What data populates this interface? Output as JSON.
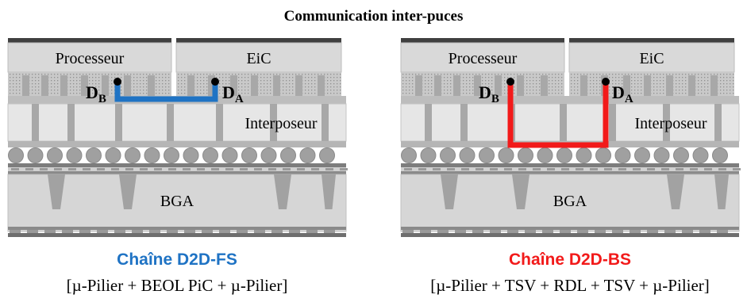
{
  "title": "Communication inter-puces",
  "labels": {
    "processor": "Processeur",
    "eic": "EiC",
    "interposer": "Interposeur",
    "bga": "BGA",
    "db": "D",
    "db_sub": "B",
    "da": "D",
    "da_sub": "A"
  },
  "panels": [
    {
      "chain_title": "Chaîne D2D-FS",
      "formula": "[µ-Pilier + BEOL PiC + µ-Pilier]",
      "path_color": "#1f73c4"
    },
    {
      "chain_title": "Chaîne D2D-BS",
      "formula": "[µ-Pilier + TSV + RDL + TSV + µ-Pilier]",
      "path_color": "#f21a1a"
    }
  ]
}
